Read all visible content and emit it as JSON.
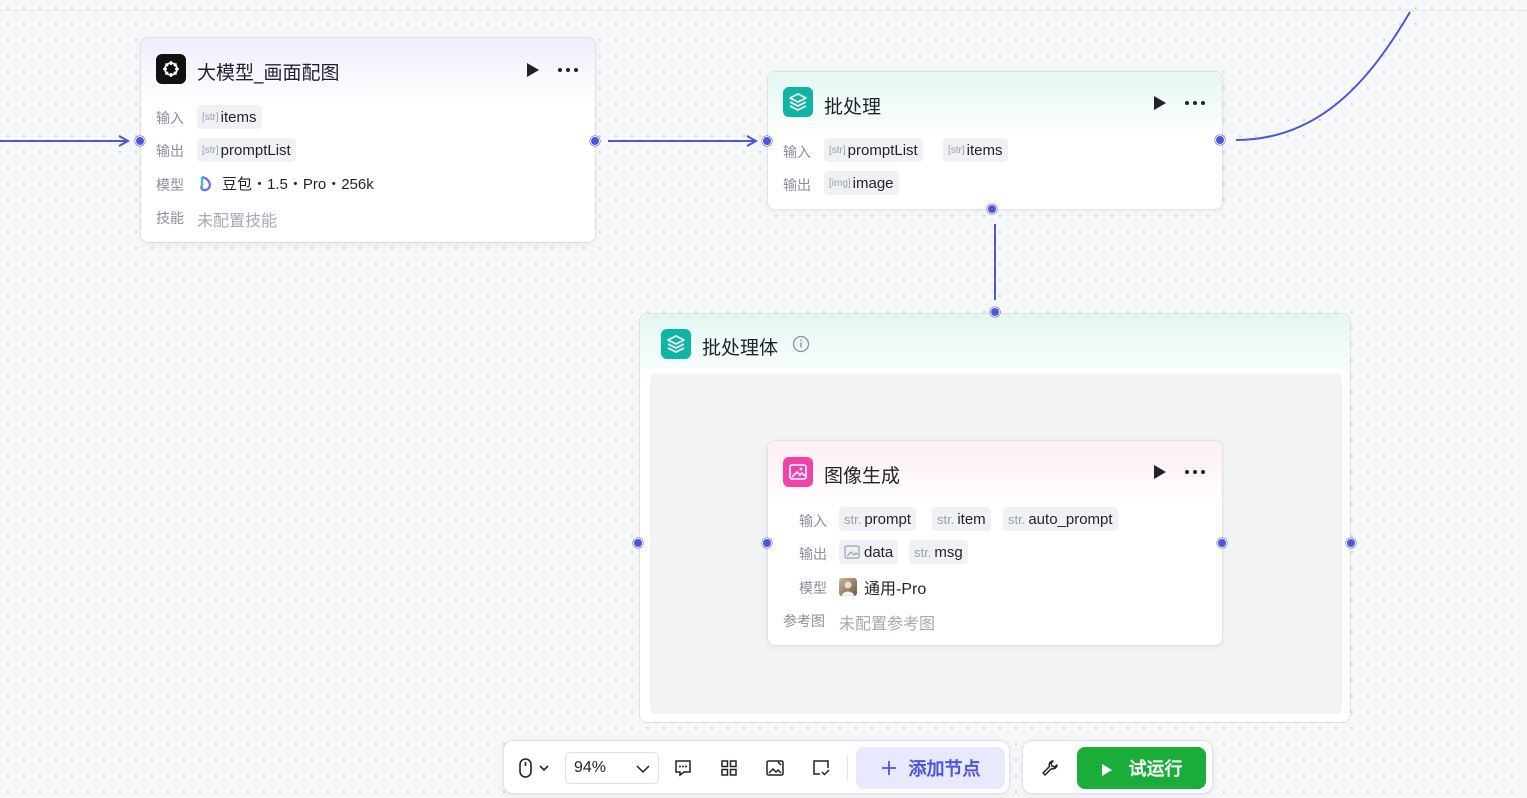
{
  "colors": {
    "accent": "#4e55dd",
    "teal": "#0fb5a4",
    "pink": "#f042a8",
    "green": "#1aad3a"
  },
  "labels": {
    "input": "输入",
    "output": "输出",
    "model": "模型",
    "skill": "技能",
    "ref_image": "参考图"
  },
  "type_prefix": {
    "str_bracket": "[str]",
    "str": "str.",
    "img_bracket": "[img]"
  },
  "node_llm": {
    "title": "大模型_画面配图",
    "icon": "openai-logo-icon",
    "input_var": "items",
    "output_var": "promptList",
    "model_name": "豆包・1.5・Pro・256k",
    "skill_value": "未配置技能"
  },
  "node_batch": {
    "title": "批处理",
    "icon": "layers-icon",
    "inputs": [
      "promptList",
      "items"
    ],
    "output_var": "image"
  },
  "batch_body": {
    "title": "批处理体",
    "info_icon": "info-icon"
  },
  "node_image": {
    "title": "图像生成",
    "icon": "image-generate-icon",
    "inputs": [
      "prompt",
      "item",
      "auto_prompt"
    ],
    "outputs": [
      "data",
      "msg"
    ],
    "model_name": "通用-Pro",
    "ref_value": "未配置参考图"
  },
  "toolbar": {
    "zoom": "94%",
    "add_node_label": "添加节点",
    "run_label": "试运行"
  }
}
